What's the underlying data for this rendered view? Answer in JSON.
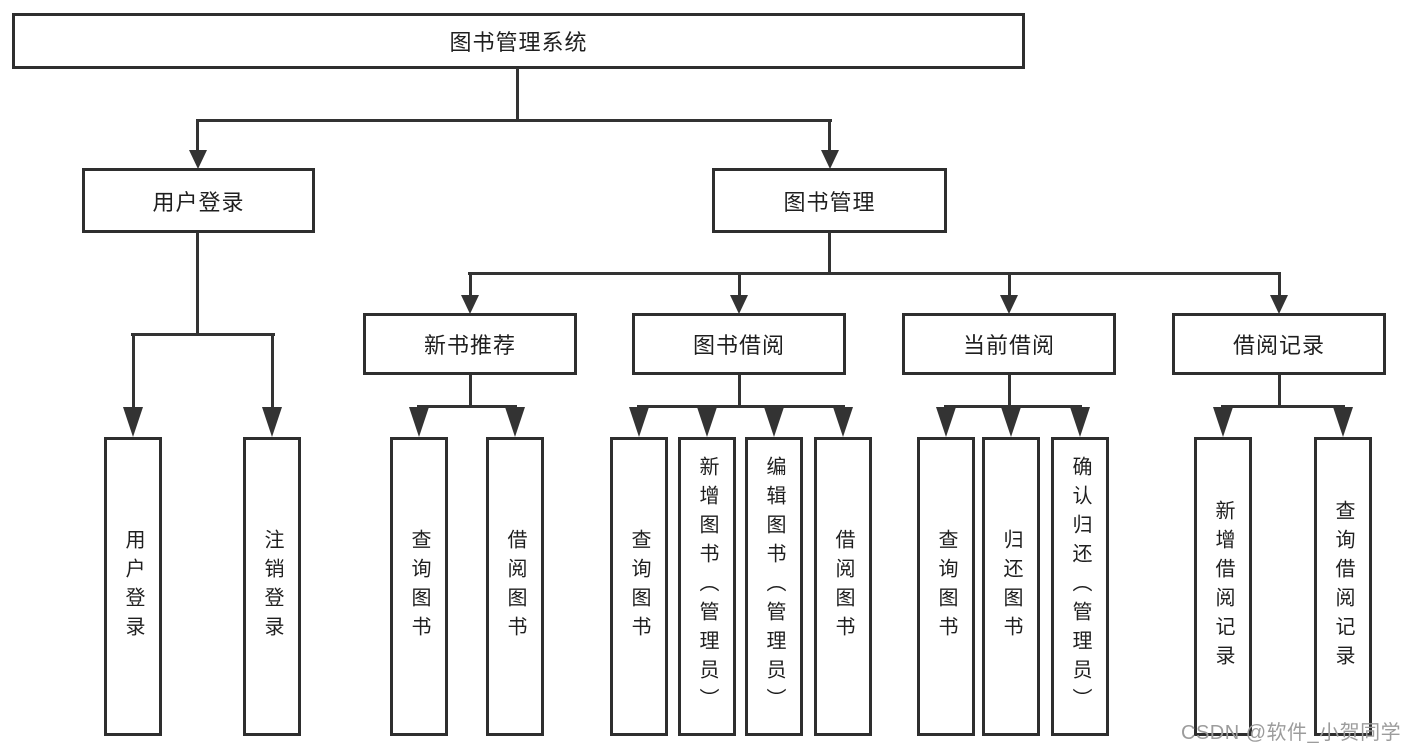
{
  "diagram": {
    "root": {
      "label": "图书管理系统"
    },
    "level2": [
      {
        "id": "user-login",
        "label": "用户登录"
      },
      {
        "id": "book-management",
        "label": "图书管理"
      }
    ],
    "level3": [
      {
        "id": "new-book-recommend",
        "label": "新书推荐"
      },
      {
        "id": "book-borrow",
        "label": "图书借阅"
      },
      {
        "id": "current-borrow",
        "label": "当前借阅"
      },
      {
        "id": "borrow-records",
        "label": "借阅记录"
      }
    ],
    "leaves": {
      "user_login": [
        {
          "label": "用户登录"
        },
        {
          "label": "注销登录"
        }
      ],
      "new_book_recommend": [
        {
          "label": "查询图书"
        },
        {
          "label": "借阅图书"
        }
      ],
      "book_borrow": [
        {
          "label": "查询图书"
        },
        {
          "label": "新增图书（管理员）"
        },
        {
          "label": "编辑图书（管理员）"
        },
        {
          "label": "借阅图书"
        }
      ],
      "current_borrow": [
        {
          "label": "查询图书"
        },
        {
          "label": "归还图书"
        },
        {
          "label": "确认归还（管理员）"
        }
      ],
      "borrow_records": [
        {
          "label": "新增借阅记录"
        },
        {
          "label": "查询借阅记录"
        }
      ]
    },
    "watermark": "CSDN @软件_小贺同学",
    "colors": {
      "line": "#333333",
      "box_border": "#2e2e2e",
      "text": "#1f1f1f",
      "watermark_text": "#9c9c9c",
      "background": "#ffffff"
    }
  }
}
